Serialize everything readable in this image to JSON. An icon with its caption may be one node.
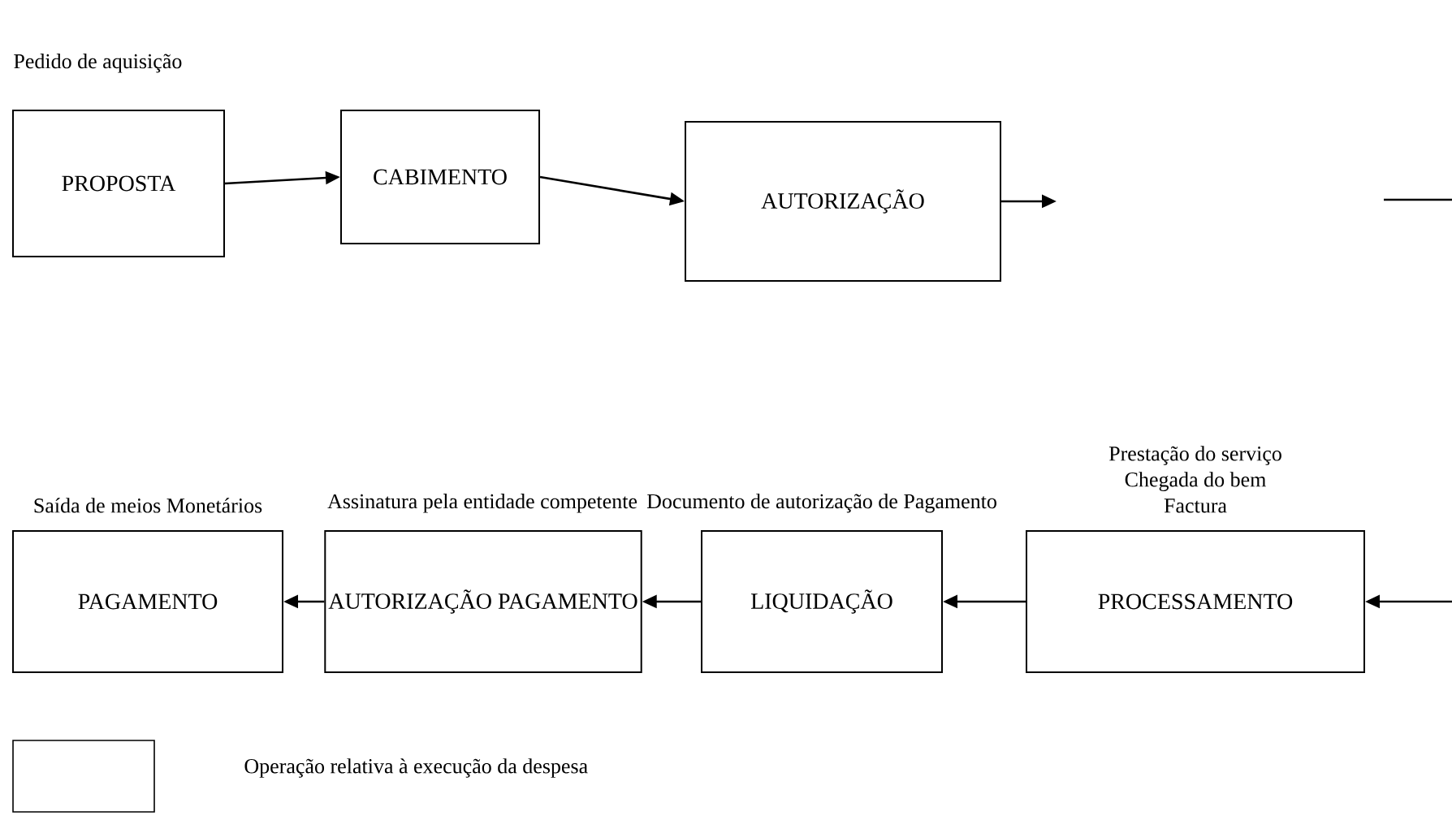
{
  "diagram": {
    "nodes": [
      {
        "text": [
          "PROPOSTA"
        ],
        "beside": [
          "Pedido de aquisição"
        ]
      },
      {
        "text": [
          "CABIMENTO"
        ]
      },
      {
        "text": [
          "AUTORIZAÇÃO"
        ]
      },
      {
        "text": [
          "PAGAMENTO"
        ],
        "beside": [
          "Saída de meios Monetários"
        ]
      },
      {
        "text": [
          "AUTORIZAÇÃO PAGAMENTO"
        ],
        "beside": [
          "Assinatura pela entidade competente"
        ]
      },
      {
        "text": [
          "LIQUIDAÇÃO"
        ],
        "beside": [
          "Documento de autorização de Pagamento"
        ]
      },
      {
        "text": [
          "PROCESSAMENTO"
        ],
        "beside": [
          "Prestação do serviço",
          "Chegada do bem",
          "Factura"
        ]
      }
    ],
    "edges": [
      {
        "from": 0,
        "to": 1,
        "arrow": "to"
      },
      {
        "from": 1,
        "to": 2,
        "arrow": "to"
      },
      {
        "from": 2,
        "to": null,
        "arrow": "to"
      },
      {
        "from": null,
        "to": 6,
        "arrow": "to"
      },
      {
        "from": 6,
        "to": 5,
        "arrow": "to"
      },
      {
        "from": 5,
        "to": 4,
        "arrow": "to"
      },
      {
        "from": 4,
        "to": 3,
        "arrow": "to"
      }
    ],
    "legend": [
      {
        "text": "Operação relativa à execução da despesa"
      }
    ]
  }
}
